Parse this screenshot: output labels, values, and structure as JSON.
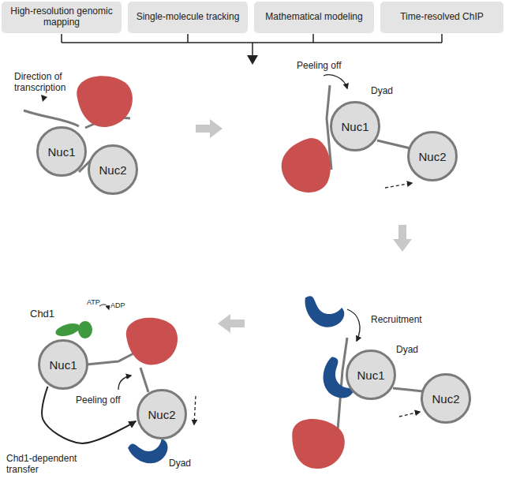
{
  "diagram": {
    "nodes": [
      {
        "text": [
          "High-resolution genomic mapping"
        ]
      },
      {
        "text": [
          "Single-molecule tracking"
        ]
      },
      {
        "text": [
          "Mathematical modeling"
        ]
      },
      {
        "text": [
          "Time-resolved ChIP"
        ]
      },
      {
        "text": [
          "Nuc1"
        ]
      },
      {
        "text": [
          "Nuc2"
        ]
      },
      {
        "text": [
          "Nuc1"
        ]
      },
      {
        "text": [
          "Nuc2"
        ]
      },
      {
        "text": [
          "Nuc1"
        ]
      },
      {
        "text": [
          "Nuc2"
        ]
      },
      {
        "text": [
          "Nuc1"
        ]
      },
      {
        "text": [
          "Nuc2"
        ]
      }
    ],
    "edges": [
      {
        "from": 10,
        "to": 11,
        "arrow": "to"
      }
    ],
    "labels": [
      "Direction of transcription",
      "Peeling off",
      "Dyad",
      "Recruitment",
      "Dyad",
      "Chd1",
      "ATP",
      "ADP",
      "Peeling off",
      "Dyad",
      "Chd1-dependent transfer"
    ]
  }
}
